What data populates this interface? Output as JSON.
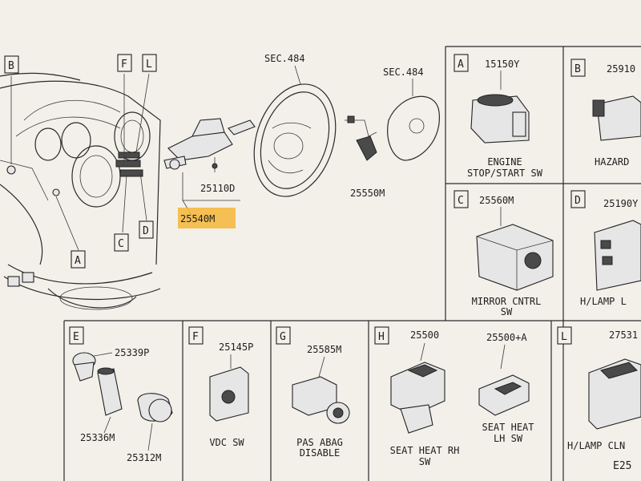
{
  "main_area": {
    "callout_letters": {
      "b": "B",
      "f": "F",
      "l": "L",
      "c": "C",
      "d": "D",
      "a": "A"
    },
    "part_numbers": {
      "sec_left": "SEC.484",
      "sec_right": "SEC.484",
      "p25110d": "25110D",
      "p25540m": "25540M",
      "p25550m": "25550M"
    },
    "highlight_color": "#f5b942"
  },
  "insets": {
    "a": {
      "letter": "A",
      "part": "15150Y",
      "caption": [
        "ENGINE",
        "STOP/START SW"
      ]
    },
    "b": {
      "letter": "B",
      "part": "25910",
      "caption": [
        "HAZARD"
      ]
    },
    "c": {
      "letter": "C",
      "part": "25560M",
      "caption": [
        "MIRROR CNTRL",
        "SW"
      ]
    },
    "d": {
      "letter": "D",
      "part": "25190Y",
      "caption": [
        "H/LAMP L"
      ]
    },
    "e": {
      "letter": "E",
      "parts": [
        "25339P",
        "25336M",
        "25312M"
      ]
    },
    "f": {
      "letter": "F",
      "part": "25145P",
      "caption": [
        "VDC SW"
      ]
    },
    "g": {
      "letter": "G",
      "part": "25585M",
      "caption": [
        "PAS ABAG",
        "DISABLE"
      ]
    },
    "h": {
      "letter": "H",
      "part_rh": "25500",
      "part_lh": "25500+A",
      "caption_rh": [
        "SEAT HEAT RH",
        "SW"
      ],
      "caption_lh": [
        "SEAT HEAT",
        "LH SW"
      ]
    },
    "l": {
      "letter": "L",
      "part": "27531",
      "caption": [
        "H/LAMP CLN"
      ],
      "page_ref": "E25"
    }
  }
}
